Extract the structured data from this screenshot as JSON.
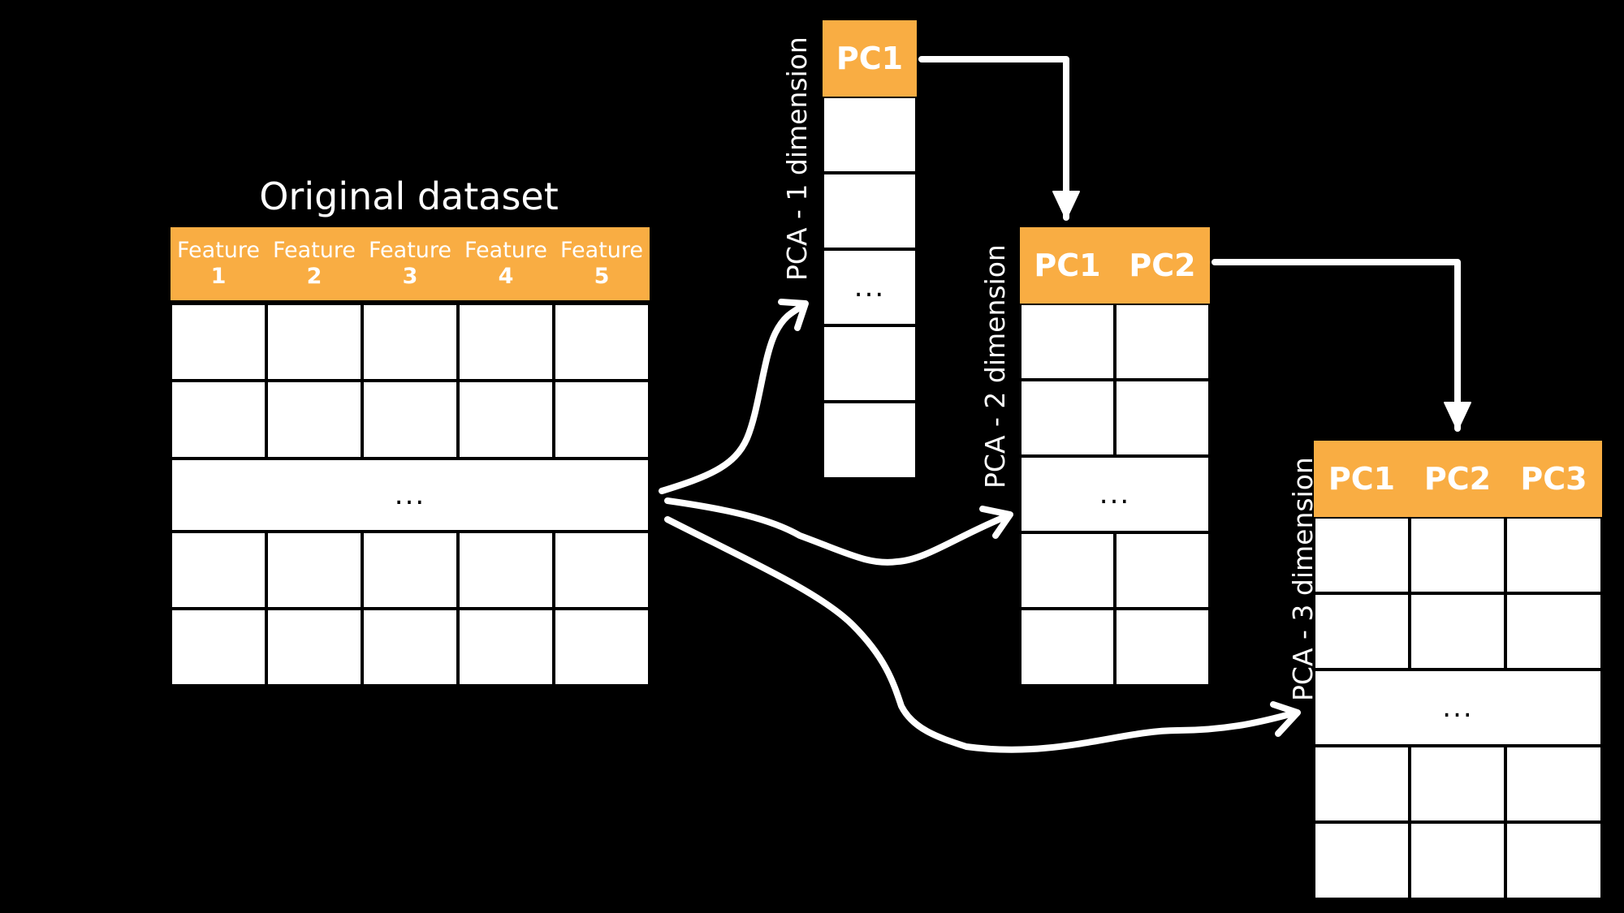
{
  "original": {
    "title": "Original dataset",
    "headers": [
      {
        "line1": "Feature",
        "line2": "1"
      },
      {
        "line1": "Feature",
        "line2": "2"
      },
      {
        "line1": "Feature",
        "line2": "3"
      },
      {
        "line1": "Feature",
        "line2": "4"
      },
      {
        "line1": "Feature",
        "line2": "5"
      }
    ],
    "ellipsis": "..."
  },
  "pca1": {
    "label": "PCA - 1 dimension",
    "headers": [
      "PC1"
    ],
    "ellipsis": "..."
  },
  "pca2": {
    "label": "PCA - 2 dimension",
    "headers": [
      "PC1",
      "PC2"
    ],
    "ellipsis": "..."
  },
  "pca3": {
    "label": "PCA - 3 dimension",
    "headers": [
      "PC1",
      "PC2",
      "PC3"
    ],
    "ellipsis": "..."
  },
  "colors": {
    "header": "#F9AD43",
    "cell": "#FFFFFF",
    "background": "#000000",
    "arrow": "#FFFFFF"
  }
}
